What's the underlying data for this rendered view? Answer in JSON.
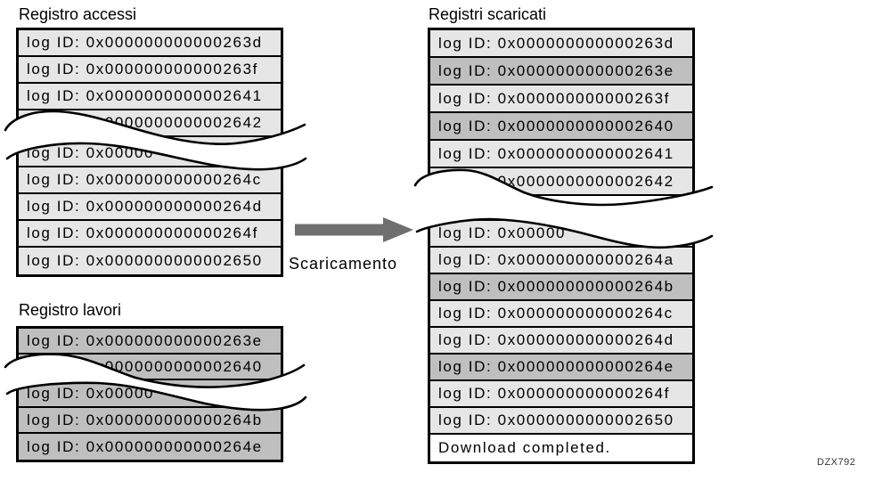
{
  "figure_code": "DZX792",
  "arrow": {
    "label": "Scaricamento"
  },
  "access_log": {
    "title": "Registro accessi",
    "rows": [
      {
        "text": "log ID: 0x000000000000263d",
        "shade": "light"
      },
      {
        "text": "log ID: 0x000000000000263f",
        "shade": "light"
      },
      {
        "text": "log ID: 0x0000000000002641",
        "shade": "light"
      },
      {
        "text": "log ID: 0x0000000000002642",
        "shade": "light"
      },
      {
        "text": "log ID: 0x00000",
        "shade": "light"
      },
      {
        "text": "log ID: 0x000000000000264c",
        "shade": "light"
      },
      {
        "text": "log ID: 0x000000000000264d",
        "shade": "light"
      },
      {
        "text": "log ID: 0x000000000000264f",
        "shade": "light"
      },
      {
        "text": "log ID: 0x0000000000002650",
        "shade": "light"
      }
    ]
  },
  "job_log": {
    "title": "Registro lavori",
    "rows": [
      {
        "text": "log ID: 0x000000000000263e",
        "shade": "dark"
      },
      {
        "text": "log ID: 0x0000000000002640",
        "shade": "dark"
      },
      {
        "text": "log ID: 0x00000",
        "shade": "dark"
      },
      {
        "text": "log ID: 0x000000000000264b",
        "shade": "dark"
      },
      {
        "text": "log ID: 0x000000000000264e",
        "shade": "dark"
      }
    ]
  },
  "downloaded_logs": {
    "title": "Registri scaricati",
    "rows": [
      {
        "text": "log ID: 0x000000000000263d",
        "shade": "light"
      },
      {
        "text": "log ID: 0x000000000000263e",
        "shade": "dark"
      },
      {
        "text": "log ID: 0x000000000000263f",
        "shade": "light"
      },
      {
        "text": "log ID: 0x0000000000002640",
        "shade": "dark"
      },
      {
        "text": "log ID: 0x0000000000002641",
        "shade": "light"
      },
      {
        "text": "log ID: 0x0000000000002642",
        "shade": "light"
      },
      {
        "text": "log ID: 0x00000",
        "shade": "light"
      },
      {
        "text": "log ID: 0x000000000000264a",
        "shade": "light"
      },
      {
        "text": "log ID: 0x000000000000264b",
        "shade": "dark"
      },
      {
        "text": "log ID: 0x000000000000264c",
        "shade": "light"
      },
      {
        "text": "log ID: 0x000000000000264d",
        "shade": "light"
      },
      {
        "text": "log ID: 0x000000000000264e",
        "shade": "dark"
      },
      {
        "text": "log ID: 0x000000000000264f",
        "shade": "light"
      },
      {
        "text": "log ID: 0x0000000000002650",
        "shade": "light"
      },
      {
        "text": "Download completed.",
        "shade": "white"
      }
    ]
  },
  "colors": {
    "row_light": "#e6e6e6",
    "row_dark": "#bfbfbf",
    "arrow_gray": "#6f6f6f",
    "line_black": "#000000"
  }
}
